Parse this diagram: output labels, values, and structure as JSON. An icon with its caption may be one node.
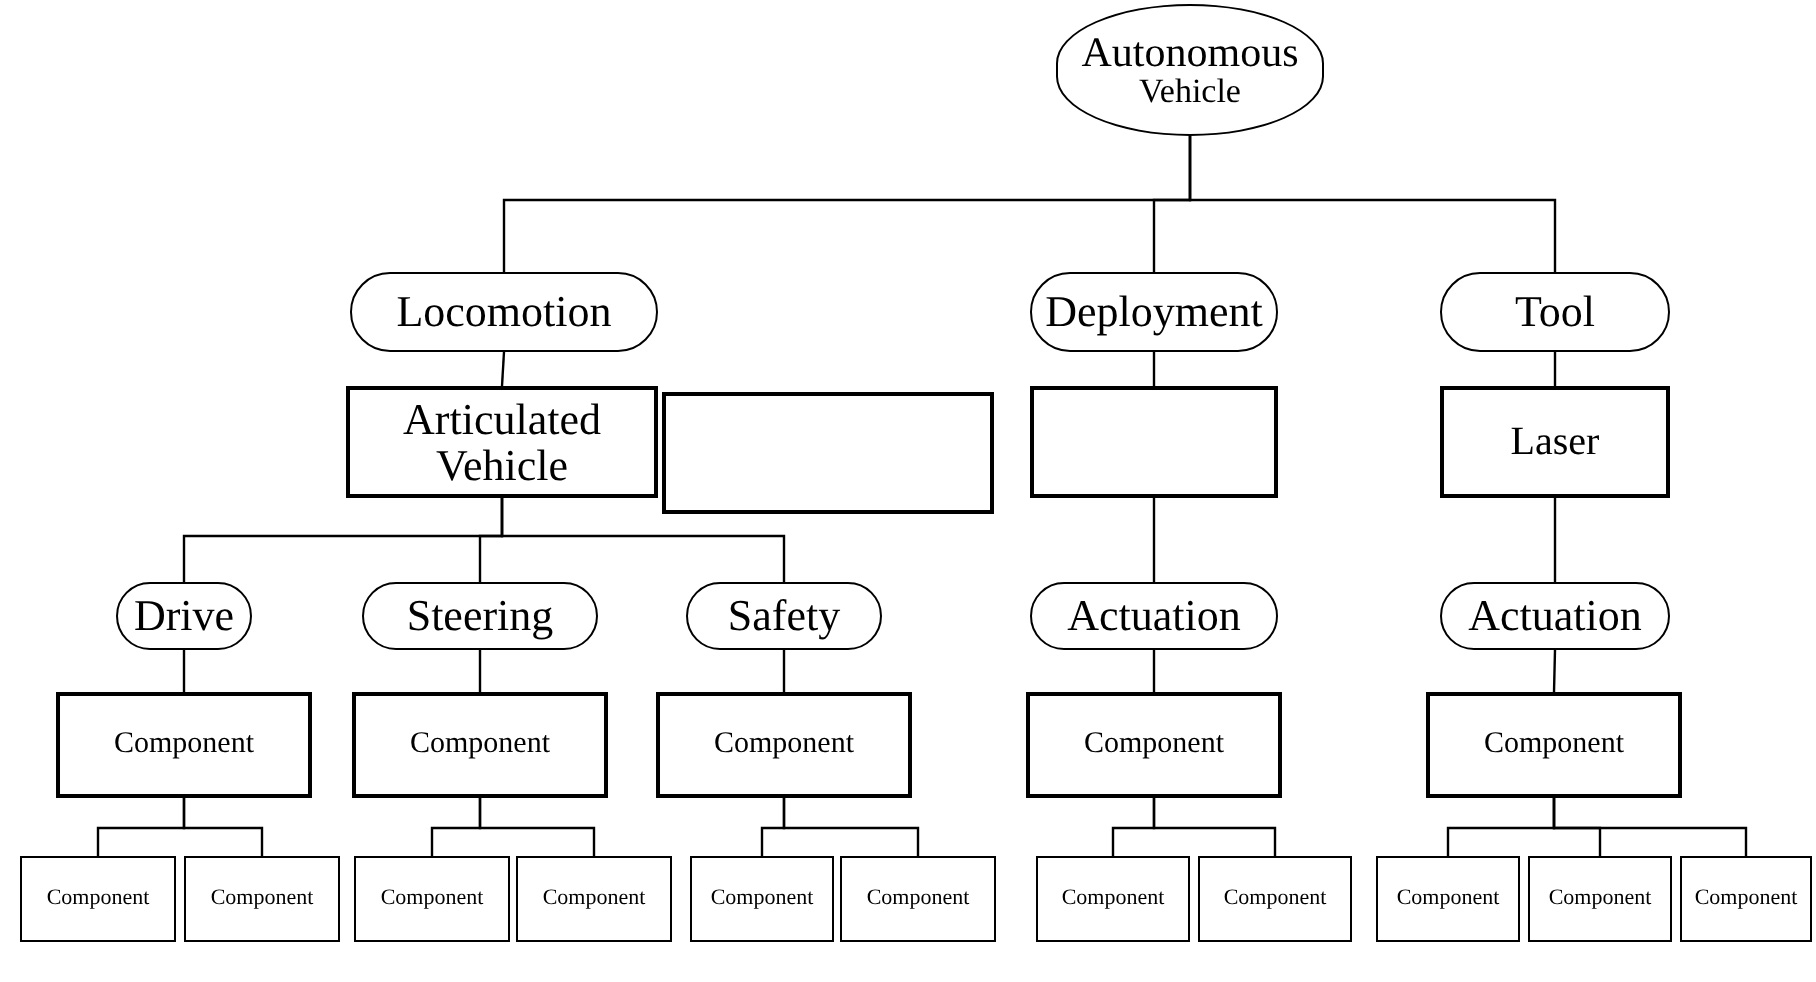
{
  "diagram": {
    "nodes": [
      {
        "text": [
          "Autonomous",
          "Vehicle"
        ]
      },
      {
        "text": [
          "Locomotion"
        ]
      },
      {
        "text": [
          "Deployment"
        ]
      },
      {
        "text": [
          "Tool"
        ]
      },
      {
        "text": [
          "Articulated Vehicle"
        ]
      },
      {
        "text": [],
        "shape": "box"
      },
      {
        "text": [],
        "shape": "box"
      },
      {
        "text": [
          "Laser"
        ]
      },
      {
        "text": [
          "Drive"
        ]
      },
      {
        "text": [
          "Steering"
        ]
      },
      {
        "text": [
          "Safety"
        ]
      },
      {
        "text": [
          "Actuation"
        ]
      },
      {
        "text": [
          "Actuation"
        ]
      },
      {
        "text": [
          "Component"
        ]
      },
      {
        "text": [
          "Component"
        ]
      },
      {
        "text": [
          "Component"
        ]
      },
      {
        "text": [
          "Component"
        ]
      },
      {
        "text": [
          "Component"
        ]
      },
      {
        "text": [
          "Component"
        ]
      },
      {
        "text": [
          "Component"
        ]
      },
      {
        "text": [
          "Component"
        ]
      },
      {
        "text": [
          "Component"
        ]
      },
      {
        "text": [
          "Component"
        ]
      },
      {
        "text": [
          "Component"
        ]
      },
      {
        "text": [
          "Component"
        ]
      },
      {
        "text": [
          "Component"
        ]
      },
      {
        "text": [
          "Component"
        ]
      },
      {
        "text": [
          "Component"
        ]
      },
      {
        "text": [
          "Component"
        ]
      }
    ],
    "edges": [
      {
        "from": 0,
        "to": 1,
        "arrow": "none"
      },
      {
        "from": 0,
        "to": 2,
        "arrow": "none"
      },
      {
        "from": 0,
        "to": 3,
        "arrow": "none"
      },
      {
        "from": 1,
        "to": 4,
        "arrow": "none"
      },
      {
        "from": 2,
        "to": 6,
        "arrow": "none"
      },
      {
        "from": 3,
        "to": 7,
        "arrow": "none"
      },
      {
        "from": 4,
        "to": 8,
        "arrow": "none"
      },
      {
        "from": 4,
        "to": 9,
        "arrow": "none"
      },
      {
        "from": 4,
        "to": 10,
        "arrow": "none"
      },
      {
        "from": 6,
        "to": 11,
        "arrow": "none"
      },
      {
        "from": 7,
        "to": 12,
        "arrow": "none"
      },
      {
        "from": 8,
        "to": 13,
        "arrow": "none"
      },
      {
        "from": 9,
        "to": 14,
        "arrow": "none"
      },
      {
        "from": 10,
        "to": 15,
        "arrow": "none"
      },
      {
        "from": 11,
        "to": 16,
        "arrow": "none"
      },
      {
        "from": 12,
        "to": 17,
        "arrow": "none"
      },
      {
        "from": 13,
        "to": 18,
        "arrow": "none"
      },
      {
        "from": 13,
        "to": 19,
        "arrow": "none"
      },
      {
        "from": 14,
        "to": 20,
        "arrow": "none"
      },
      {
        "from": 14,
        "to": 21,
        "arrow": "none"
      },
      {
        "from": 15,
        "to": 22,
        "arrow": "none"
      },
      {
        "from": 15,
        "to": 23,
        "arrow": "none"
      },
      {
        "from": 16,
        "to": 24,
        "arrow": "none"
      },
      {
        "from": 16,
        "to": 25,
        "arrow": "none"
      },
      {
        "from": 17,
        "to": 26,
        "arrow": "none"
      },
      {
        "from": 17,
        "to": 27,
        "arrow": "none"
      },
      {
        "from": 17,
        "to": 28,
        "arrow": "none"
      }
    ]
  }
}
